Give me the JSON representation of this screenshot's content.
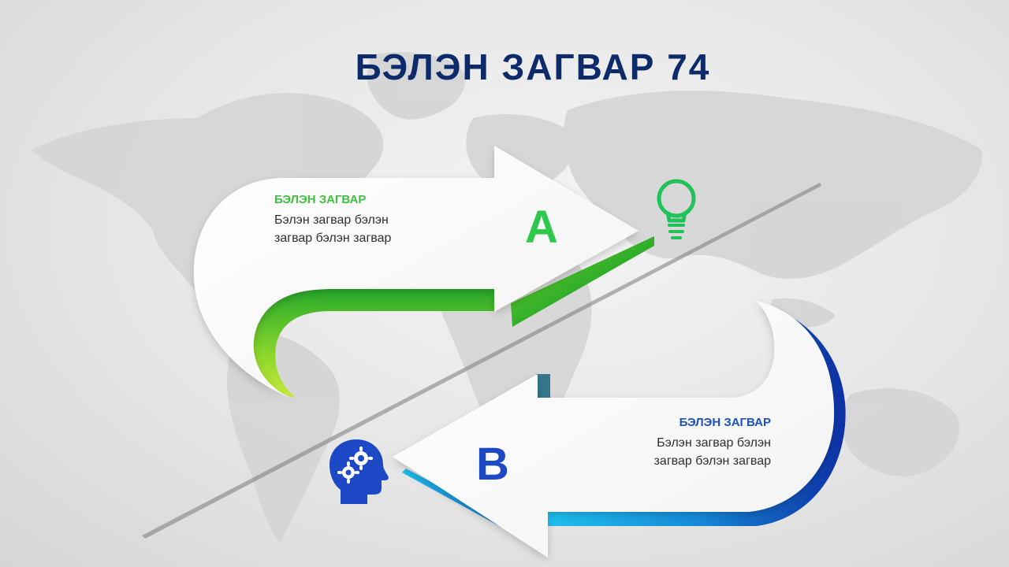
{
  "slide": {
    "title": "БЭЛЭН ЗАГВАР 74"
  },
  "step_a": {
    "letter": "A",
    "heading": "БЭЛЭН ЗАГВАР",
    "line1": "Бэлэн загвар бэлэн",
    "line2": "загвар бэлэн загвар",
    "icon": "lightbulb-icon",
    "color": "#2ec84a"
  },
  "step_b": {
    "letter": "B",
    "heading": "БЭЛЭН ЗАГВАР",
    "line1": "Бэлэн загвар бэлэн",
    "line2": "загвар бэлэн загвар",
    "icon": "head-gears-icon",
    "color": "#1d49c6"
  }
}
